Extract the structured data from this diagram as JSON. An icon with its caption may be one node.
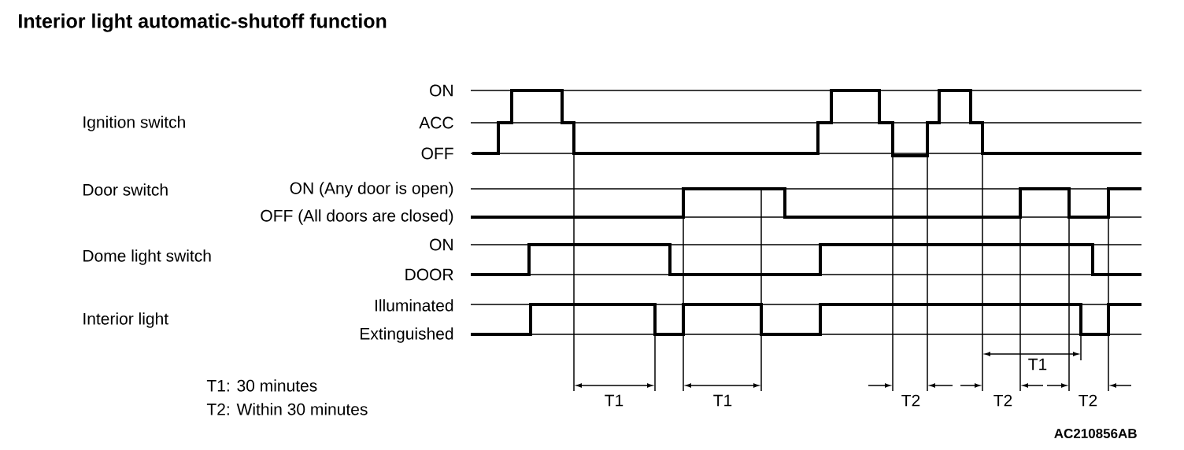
{
  "diagram": {
    "title": "Interior light automatic-shutoff function",
    "labels": [
      "ON",
      "Ignition switch",
      "ACC",
      "OFF",
      "Door switch",
      "ON (Any door is open)",
      "OFF (All doors are closed)",
      "ON",
      "Dome light switch",
      "DOOR",
      "Illuminated",
      "Interior light",
      "Extinguished",
      "T1",
      "T1: 30 minutes",
      "T2: Within 30 minutes",
      "T1",
      "T1",
      "T2",
      "T2",
      "T2",
      "AC210856AB"
    ]
  }
}
